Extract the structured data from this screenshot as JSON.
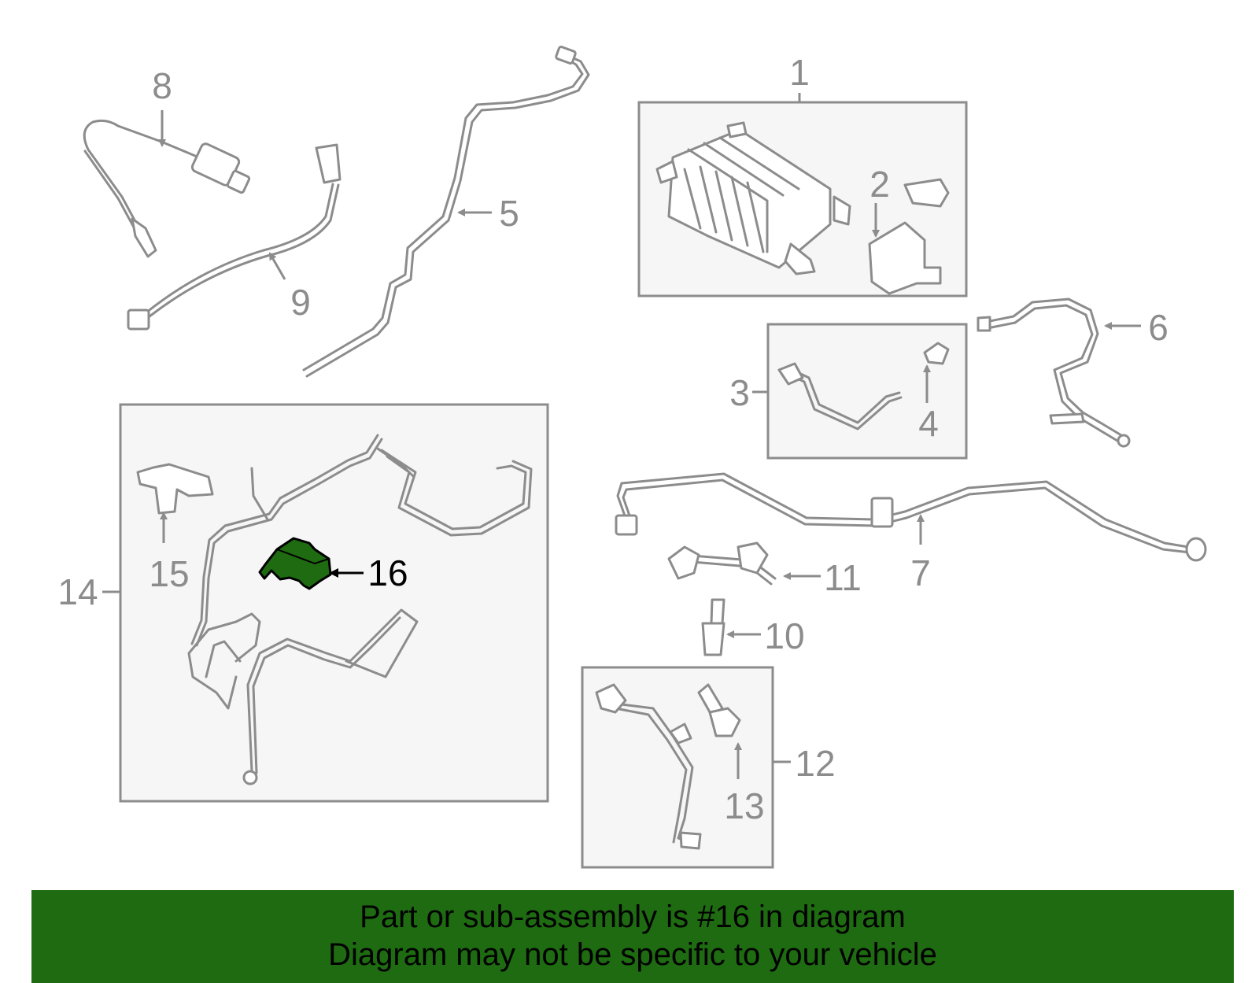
{
  "diagram": {
    "highlight_color": "#1e6b12",
    "line_color": "#8c8c8c",
    "highlighted_part": "16",
    "callouts": {
      "c1": "1",
      "c2": "2",
      "c3": "3",
      "c4": "4",
      "c5": "5",
      "c6": "6",
      "c7": "7",
      "c8": "8",
      "c9": "9",
      "c10": "10",
      "c11": "11",
      "c12": "12",
      "c13": "13",
      "c14": "14",
      "c15": "15",
      "c16": "16"
    }
  },
  "banner": {
    "line1": "Part or sub-assembly is #16 in diagram",
    "line2": "Diagram may not be specific to your vehicle"
  }
}
